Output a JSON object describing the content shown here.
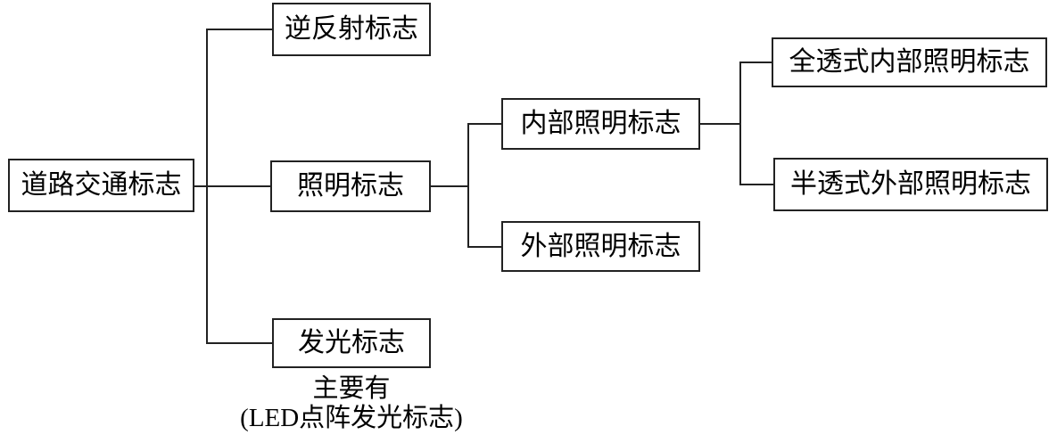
{
  "diagram": {
    "title_semantic": "road-traffic-sign-classification-tree",
    "colors": {
      "background": "#ffffff",
      "line": "#222222",
      "text": "#000000"
    },
    "nodes": {
      "root": {
        "label": "道路交通标志"
      },
      "retroreflective": {
        "label": "逆反射标志"
      },
      "illuminated": {
        "label": "照明标志"
      },
      "luminous": {
        "label": "发光标志"
      },
      "internal": {
        "label": "内部照明标志"
      },
      "external": {
        "label": "外部照明标志"
      },
      "full_transmissive": {
        "label": "全透式内部照明标志"
      },
      "semi_transmissive": {
        "label": "半透式外部照明标志"
      }
    },
    "caption": {
      "line1": "主要有",
      "line2": "(LED点阵发光标志)"
    }
  }
}
